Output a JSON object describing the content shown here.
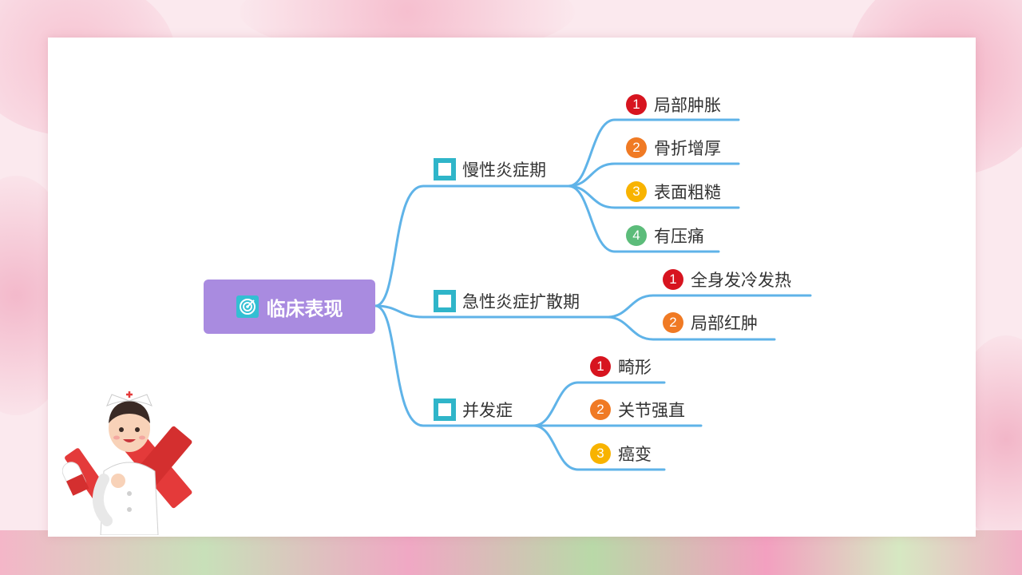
{
  "root": {
    "label": "临床表现",
    "icon": "target-icon"
  },
  "branches": [
    {
      "label": "慢性炎症期",
      "icon": "square-icon",
      "items": [
        {
          "num": "1",
          "label": "局部肿胀",
          "color": "#d7141f"
        },
        {
          "num": "2",
          "label": "骨折增厚",
          "color": "#f07a24"
        },
        {
          "num": "3",
          "label": "表面粗糙",
          "color": "#f8b300"
        },
        {
          "num": "4",
          "label": "有压痛",
          "color": "#5cbc7a"
        }
      ]
    },
    {
      "label": "急性炎症扩散期",
      "icon": "square-icon",
      "items": [
        {
          "num": "1",
          "label": "全身发冷发热",
          "color": "#d7141f"
        },
        {
          "num": "2",
          "label": "局部红肿",
          "color": "#f07a24"
        }
      ]
    },
    {
      "label": "并发症",
      "icon": "square-icon",
      "items": [
        {
          "num": "1",
          "label": "畸形",
          "color": "#d7141f"
        },
        {
          "num": "2",
          "label": "关节强直",
          "color": "#f07a24"
        },
        {
          "num": "3",
          "label": "癌变",
          "color": "#f8b300"
        }
      ]
    }
  ],
  "colors": {
    "connector": "#5fb3e8",
    "root_bg": "#a98be0",
    "icon_teal": "#2fb5c9"
  },
  "illustration": "nurse-illustration"
}
